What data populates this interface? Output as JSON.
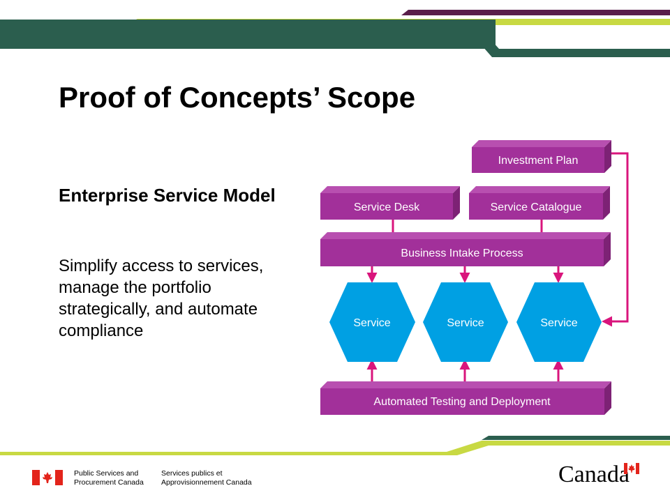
{
  "slide": {
    "title": "Proof of Concepts’ Scope",
    "subheading": "Enterprise Service Model",
    "body": "Simplify access to services, manage the portfolio strategically, and automate compliance"
  },
  "diagram": {
    "investment_plan": "Investment Plan",
    "service_desk": "Service Desk",
    "service_catalogue": "Service Catalogue",
    "business_intake": "Business Intake Process",
    "services": [
      "Service",
      "Service",
      "Service"
    ],
    "automated_testing": "Automated Testing and Deployment"
  },
  "footer": {
    "dept_en_line1": "Public Services and",
    "dept_en_line2": "Procurement Canada",
    "dept_fr_line1": "Services publics et",
    "dept_fr_line2": "Approvisionnement Canada",
    "wordmark": "Canada"
  },
  "colors": {
    "dark_green": "#2b5e4e",
    "lime": "#c8d943",
    "plum": "#5a1e4a",
    "box_purple": "#a2309a",
    "box_side": "#7d2275",
    "service_blue": "#00a0e3",
    "arrow_magenta": "#d9157c",
    "flag_red": "#e3241b"
  },
  "icons": [
    "canada-flag-icon"
  ]
}
